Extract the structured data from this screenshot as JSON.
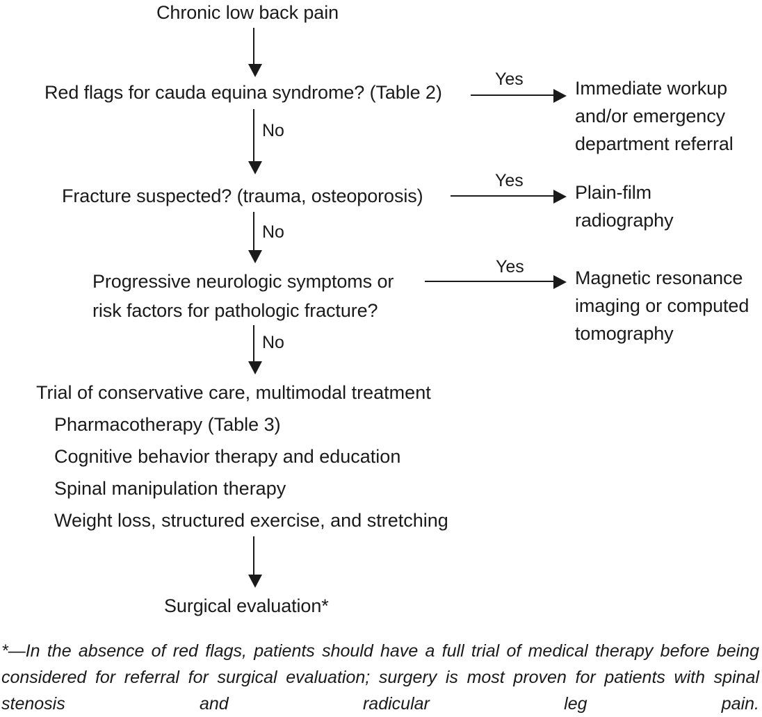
{
  "figure": {
    "title": "Chronic low back pain"
  },
  "decisions": [
    {
      "question": "Red flags for cauda equina syndrome? (Table 2)",
      "yes_label": "Yes",
      "no_label": "No",
      "outcome_lines": [
        "Immediate workup",
        "and/or emergency",
        "department referral"
      ]
    },
    {
      "question": "Fracture suspected? (trauma, osteoporosis)",
      "yes_label": "Yes",
      "no_label": "No",
      "outcome_lines": [
        "Plain-film",
        "radiography"
      ]
    },
    {
      "question_lines": [
        "Progressive neurologic symptoms or",
        "risk factors for pathologic fracture?"
      ],
      "yes_label": "Yes",
      "no_label": "No",
      "outcome_lines": [
        "Magnetic resonance",
        "imaging or computed",
        "tomography"
      ]
    }
  ],
  "treatment": {
    "heading": "Trial of conservative care, multimodal treatment",
    "items": [
      "Pharmacotherapy (Table 3)",
      "Cognitive behavior therapy and education",
      "Spinal manipulation therapy",
      "Weight loss, structured exercise, and stretching"
    ]
  },
  "final_node": {
    "label": "Surgical evaluation*"
  },
  "footnote": {
    "text": "*—In the absence of red flags, patients should have a full trial of medical therapy before being considered for referral for surgical evaluation; surgery is most proven for patients with spinal stenosis and radicular leg pain."
  },
  "colors": {
    "ink": "#1a1a1a",
    "background": "#ffffff"
  }
}
